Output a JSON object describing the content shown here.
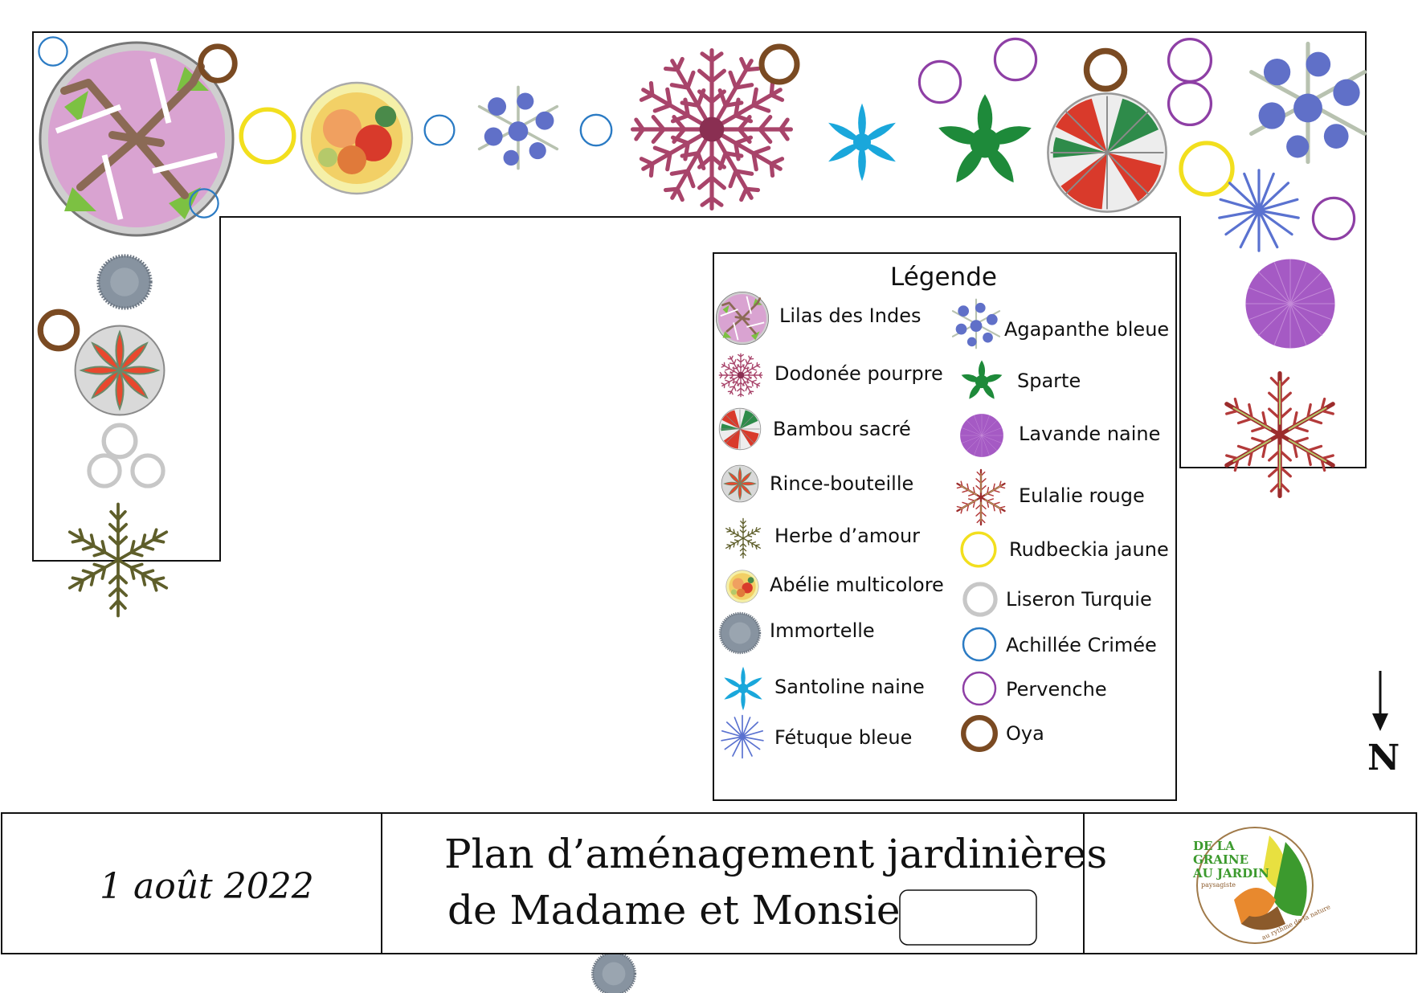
{
  "legend": {
    "title": "Légende",
    "items_left": [
      {
        "label": "Lilas des Indes",
        "icon": "lilas-des-indes-icon"
      },
      {
        "label": "Dodonée pourpre",
        "icon": "dodonee-pourpre-icon"
      },
      {
        "label": "Bambou sacré",
        "icon": "bambou-sacre-icon"
      },
      {
        "label": "Rince-bouteille",
        "icon": "rince-bouteille-icon"
      },
      {
        "label": "Herbe d’amour",
        "icon": "herbe-d-amour-icon"
      },
      {
        "label": "Abélie multicolore",
        "icon": "abelie-multicolore-icon"
      },
      {
        "label": "Immortelle",
        "icon": "immortelle-icon"
      },
      {
        "label": "Santoline naine",
        "icon": "santoline-naine-icon"
      },
      {
        "label": "Fétuque bleue",
        "icon": "fetuque-bleue-icon"
      }
    ],
    "items_right": [
      {
        "label": "Agapanthe bleue",
        "icon": "agapanthe-bleue-icon"
      },
      {
        "label": "Sparte",
        "icon": "sparte-icon"
      },
      {
        "label": "Lavande naine",
        "icon": "lavande-naine-icon"
      },
      {
        "label": "Eulalie rouge",
        "icon": "eulalie-rouge-icon"
      },
      {
        "label": "Rudbeckia jaune",
        "icon": "rudbeckia-jaune-icon"
      },
      {
        "label": "Liseron Turquie",
        "icon": "liseron-turquie-icon"
      },
      {
        "label": "Achillée Crimée",
        "icon": "achillee-crimee-icon"
      },
      {
        "label": "Pervenche",
        "icon": "pervenche-icon"
      },
      {
        "label": "Oya",
        "icon": "oya-icon"
      }
    ]
  },
  "compass": {
    "letter": "N"
  },
  "title_block": {
    "date": "1 août 2022",
    "title_line1": "Plan d’aménagement jardinières",
    "title_line2": "de Madame et Monsieur"
  },
  "logo": {
    "line1": "DE LA",
    "line2": "GRAINE",
    "line3": "AU JARDIN",
    "subtitle": "paysagiste",
    "motto": "au rythme de la nature"
  },
  "colors": {
    "oya": "#7a4a22",
    "rudbeckia": "#f2df1e",
    "achillee": "#2b7bc4",
    "pervenche": "#8e3fa5",
    "liseron": "#c7c7c7",
    "lilas": "#d9a3d1",
    "dodonee": "#a8446a",
    "santoline": "#1aa7db",
    "sparte": "#1e8a3a",
    "fetuque": "#5a72d0",
    "lavande": "#a55ac4",
    "eulalie": "#9c2c2c",
    "herbe": "#6a6a2a",
    "immortelle": "#8793a0"
  }
}
